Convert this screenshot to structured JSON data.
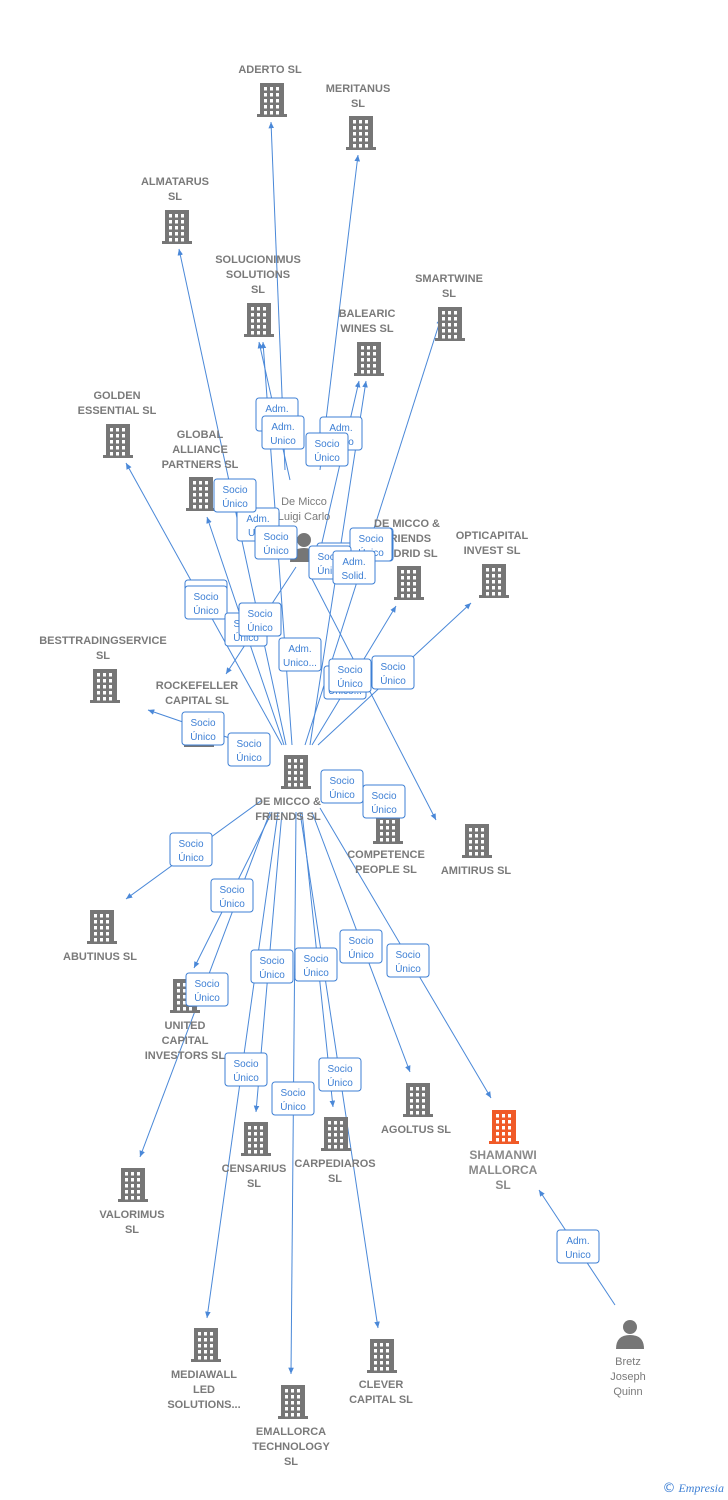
{
  "colors": {
    "building": "#767676",
    "focus_building": "#f05a28",
    "edge": "#4a88d8",
    "badge": "#3d7fd4"
  },
  "nodes": [
    {
      "id": "aderto",
      "type": "company",
      "label": [
        "ADERTO  SL"
      ]
    },
    {
      "id": "meritanus",
      "type": "company",
      "label": [
        "MERITANUS",
        "SL"
      ]
    },
    {
      "id": "almatarus",
      "type": "company",
      "label": [
        "ALMATARUS",
        "SL"
      ]
    },
    {
      "id": "solucionimus",
      "type": "company",
      "label": [
        "SOLUCIONIMUS",
        "SOLUTIONS",
        "SL"
      ]
    },
    {
      "id": "smartwine",
      "type": "company",
      "label": [
        "SMARTWINE",
        "SL"
      ]
    },
    {
      "id": "balearic",
      "type": "company",
      "label": [
        "BALEARIC",
        "WINES  SL"
      ]
    },
    {
      "id": "golden",
      "type": "company",
      "label": [
        "GOLDEN",
        "ESSENTIAL  SL"
      ]
    },
    {
      "id": "global",
      "type": "company",
      "label": [
        "GLOBAL",
        "ALLIANCE",
        "PARTNERS  SL"
      ]
    },
    {
      "id": "demicco_person",
      "type": "person",
      "label": [
        "De Micco",
        "Luigi Carlo"
      ]
    },
    {
      "id": "dmf_madrid",
      "type": "company",
      "label": [
        "DE MICCO &",
        "FRIENDS",
        "MADRID  SL"
      ]
    },
    {
      "id": "opticapital",
      "type": "company",
      "label": [
        "OPTICAPITAL",
        "INVEST  SL"
      ]
    },
    {
      "id": "besttrading",
      "type": "company",
      "label": [
        "BESTTRADINGSERVICE",
        "SL"
      ]
    },
    {
      "id": "rockefeller",
      "type": "company",
      "label": [
        "ROCKEFELLER",
        "CAPITAL  SL"
      ]
    },
    {
      "id": "dmf",
      "type": "company",
      "label": [
        "DE MICCO &",
        "FRIENDS  SL"
      ]
    },
    {
      "id": "competence",
      "type": "company",
      "label": [
        "COMPETENCE",
        "PEOPLE  SL"
      ]
    },
    {
      "id": "amitirus",
      "type": "company",
      "label": [
        "AMITIRUS  SL"
      ]
    },
    {
      "id": "abutinus",
      "type": "company",
      "label": [
        "ABUTINUS  SL"
      ]
    },
    {
      "id": "united",
      "type": "company",
      "label": [
        "UNITED",
        "CAPITAL",
        "INVESTORS  SL"
      ]
    },
    {
      "id": "agoltus",
      "type": "company",
      "label": [
        "AGOLTUS  SL"
      ]
    },
    {
      "id": "shamanwi",
      "type": "company",
      "focus": true,
      "label": [
        "SHAMANWI",
        "MALLORCA",
        "SL"
      ]
    },
    {
      "id": "censarius",
      "type": "company",
      "label": [
        "CENSARIUS",
        "SL"
      ]
    },
    {
      "id": "carpediaros",
      "type": "company",
      "label": [
        "CARPEDIAROS",
        "SL"
      ]
    },
    {
      "id": "valorimus",
      "type": "company",
      "label": [
        "VALORIMUS",
        "SL"
      ]
    },
    {
      "id": "mediawall",
      "type": "company",
      "label": [
        "MEDIAWALL",
        "LED",
        "SOLUTIONS..."
      ]
    },
    {
      "id": "clever",
      "type": "company",
      "label": [
        "CLEVER",
        "CAPITAL  SL"
      ]
    },
    {
      "id": "emallorca",
      "type": "company",
      "label": [
        "EMALLORCA",
        "TECHNOLOGY",
        "SL"
      ]
    },
    {
      "id": "bretz",
      "type": "person",
      "label": [
        "Bretz",
        "Joseph",
        "Quinn"
      ]
    }
  ],
  "edges": [
    {
      "from": "demicco_person",
      "to": "aderto",
      "badge": [
        "Adm.",
        "Unico"
      ]
    },
    {
      "from": "demicco_person",
      "to": "meritanus",
      "badge": [
        "Adm.",
        "Unico"
      ]
    },
    {
      "from": "dmf",
      "to": "almatarus",
      "badge": [
        "Socio",
        "Único"
      ]
    },
    {
      "from": "demicco_person",
      "to": "solucionimus",
      "badge": [
        "Adm.",
        "Unico"
      ]
    },
    {
      "from": "dmf",
      "to": "solucionimus",
      "badge": [
        "Socio",
        "Único"
      ]
    },
    {
      "from": "dmf",
      "to": "smartwine",
      "badge": [
        "Socio",
        "Único"
      ]
    },
    {
      "from": "demicco_person",
      "to": "balearic",
      "badge": [
        "Socio",
        "Único"
      ]
    },
    {
      "from": "dmf",
      "to": "balearic",
      "badge": [
        "Socio",
        "Único"
      ]
    },
    {
      "from": "dmf",
      "to": "golden",
      "badge": [
        "Socio",
        "Único"
      ]
    },
    {
      "from": "dmf",
      "to": "global",
      "badge": [
        "Socio",
        "Único"
      ]
    },
    {
      "from": "dmf",
      "to": "dmf_madrid",
      "badge": [
        "Adm.",
        "Solid."
      ]
    },
    {
      "from": "dmf",
      "to": "opticapital",
      "badge": [
        "Socio",
        "Único"
      ]
    },
    {
      "from": "demicco_person",
      "to": "besttrading",
      "badge": [
        "Socio",
        "Único"
      ]
    },
    {
      "from": "dmf",
      "to": "rockefeller",
      "badge": [
        "Socio",
        "Único"
      ]
    },
    {
      "from": "demicco_person",
      "to": "amitirus",
      "badge": [
        "Socio",
        "Único"
      ]
    },
    {
      "from": "dmf",
      "to": "abutinus",
      "badge": [
        "Socio",
        "Único"
      ]
    },
    {
      "from": "dmf",
      "to": "united",
      "badge": [
        "Socio",
        "Único"
      ]
    },
    {
      "from": "dmf",
      "to": "agoltus",
      "badge": [
        "Socio",
        "Único"
      ]
    },
    {
      "from": "dmf",
      "to": "shamanwi",
      "badge": [
        "Socio",
        "Único"
      ]
    },
    {
      "from": "dmf",
      "to": "censarius",
      "badge": [
        "Socio",
        "Único"
      ]
    },
    {
      "from": "dmf",
      "to": "carpediaros",
      "badge": [
        "Socio",
        "Único"
      ]
    },
    {
      "from": "dmf",
      "to": "valorimus",
      "badge": [
        "Socio",
        "Único"
      ]
    },
    {
      "from": "dmf",
      "to": "mediawall",
      "badge": [
        "Socio",
        "Único"
      ]
    },
    {
      "from": "dmf",
      "to": "clever",
      "badge": [
        "Socio",
        "Único"
      ]
    },
    {
      "from": "dmf",
      "to": "emallorca",
      "badge": [
        "Socio",
        "Único"
      ]
    },
    {
      "from": "bretz",
      "to": "shamanwi",
      "badge": [
        "Adm.",
        "Unico"
      ]
    }
  ],
  "footer": {
    "copyright": "©",
    "brand": "Empresia"
  }
}
